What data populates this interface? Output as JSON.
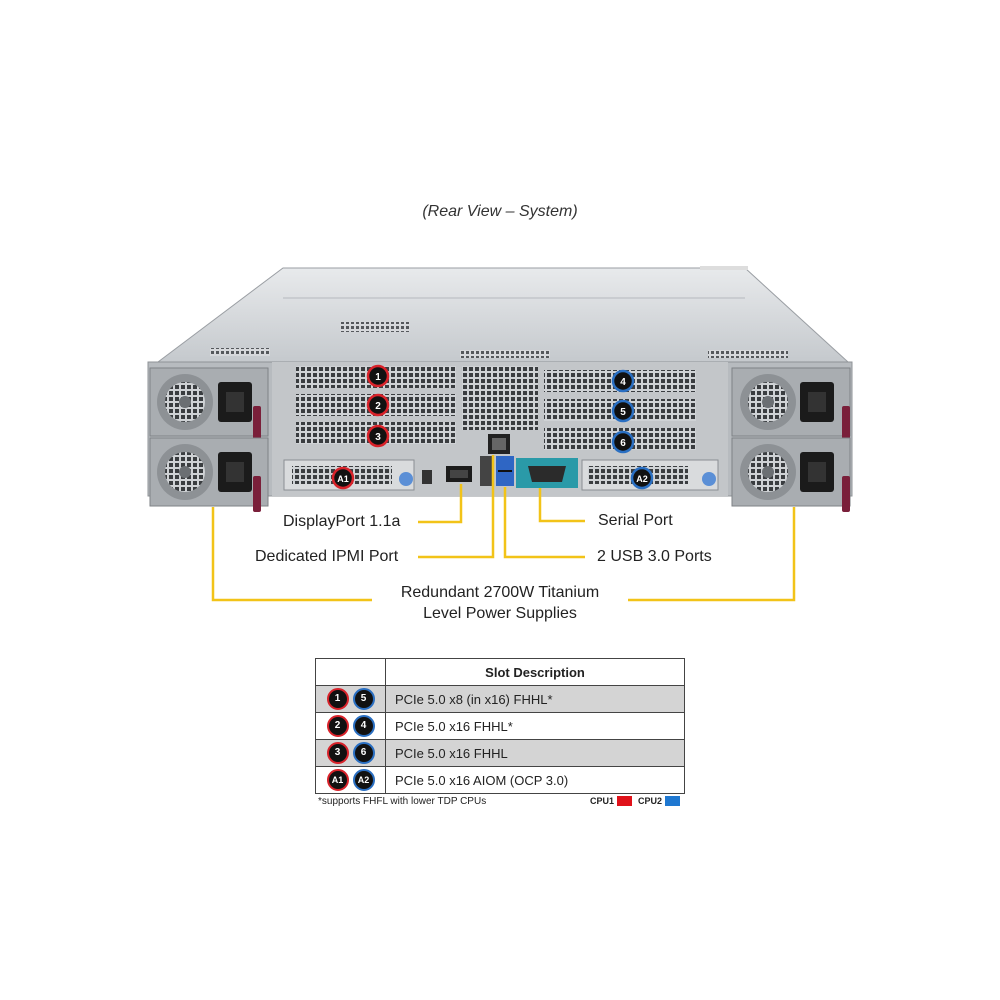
{
  "caption": "(Rear View – System)",
  "colors": {
    "cpu1": "#d8222a",
    "cpu2": "#2a6fc2",
    "callout_line": "#f2c318"
  },
  "slot_badges_on_chassis": [
    "1",
    "2",
    "3",
    "4",
    "5",
    "6",
    "A1",
    "A2"
  ],
  "callouts": {
    "displayport": "DisplayPort 1.1a",
    "ipmi": "Dedicated IPMI Port",
    "serial": "Serial Port",
    "usb": "2 USB 3.0 Ports",
    "psu_line1": "Redundant 2700W Titanium",
    "psu_line2": "Level Power Supplies"
  },
  "slot_table": {
    "header": "Slot Description",
    "rows": [
      {
        "badges": [
          "1",
          "5"
        ],
        "description": "PCIe 5.0 x8 (in x16) FHHL*"
      },
      {
        "badges": [
          "2",
          "4"
        ],
        "description": "PCIe 5.0 x16 FHHL*"
      },
      {
        "badges": [
          "3",
          "6"
        ],
        "description": "PCIe 5.0 x16 FHHL"
      },
      {
        "badges": [
          "A1",
          "A2"
        ],
        "description": "PCIe 5.0 x16 AIOM (OCP 3.0)"
      }
    ]
  },
  "footnote": "*supports FHFL with lower TDP CPUs",
  "legend": {
    "cpu1": "CPU1",
    "cpu2": "CPU2"
  }
}
